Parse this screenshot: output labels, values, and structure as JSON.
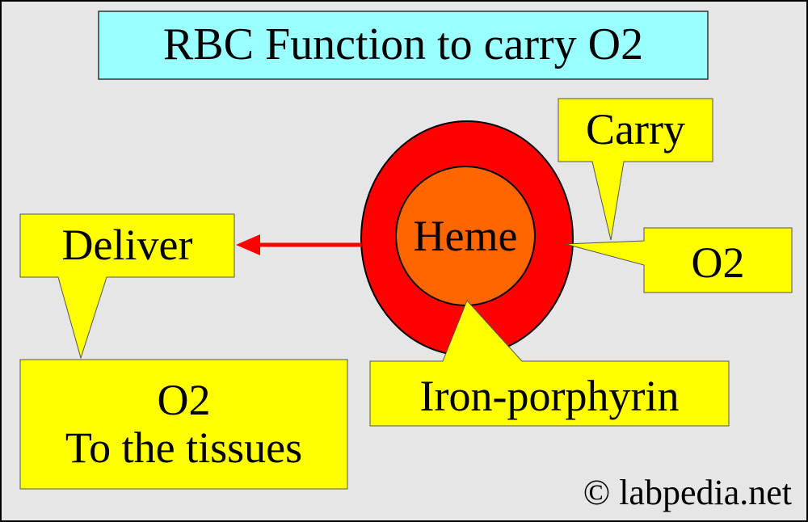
{
  "title": "RBC Function to carry O2",
  "labels": {
    "carry": "Carry",
    "o2": "O2",
    "heme": "Heme",
    "iron": "Iron-porphyrin",
    "deliver": "Deliver",
    "o2_tissues_1": "O2",
    "o2_tissues_2": "To the tissues"
  },
  "watermark": "© labpedia.net",
  "colors": {
    "background": "#e6e6e6",
    "title_box": "#99ffff",
    "callout": "#ffff00",
    "rbc": "#ff0000",
    "heme": "#ff6600",
    "arrow": "#ff0000"
  }
}
